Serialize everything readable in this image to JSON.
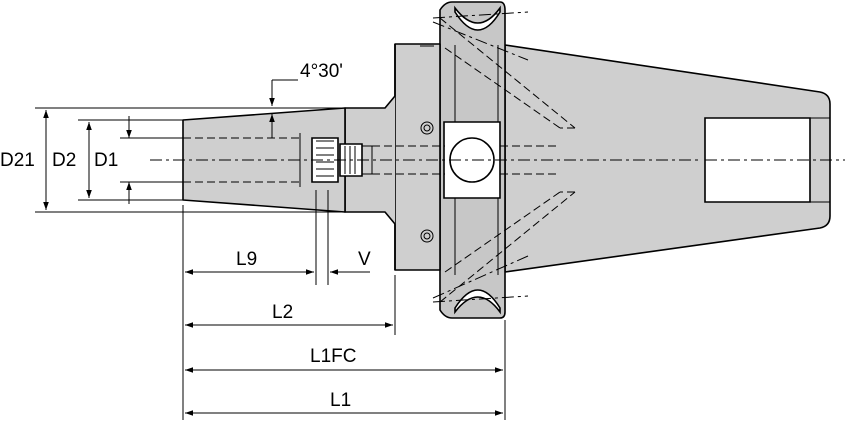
{
  "drawing": {
    "labels": {
      "angle": "4°30'",
      "d21": "D21",
      "d2": "D2",
      "d1": "D1",
      "l9": "L9",
      "v": "V",
      "l2": "L2",
      "l1fc": "L1FC",
      "l1": "L1"
    }
  }
}
